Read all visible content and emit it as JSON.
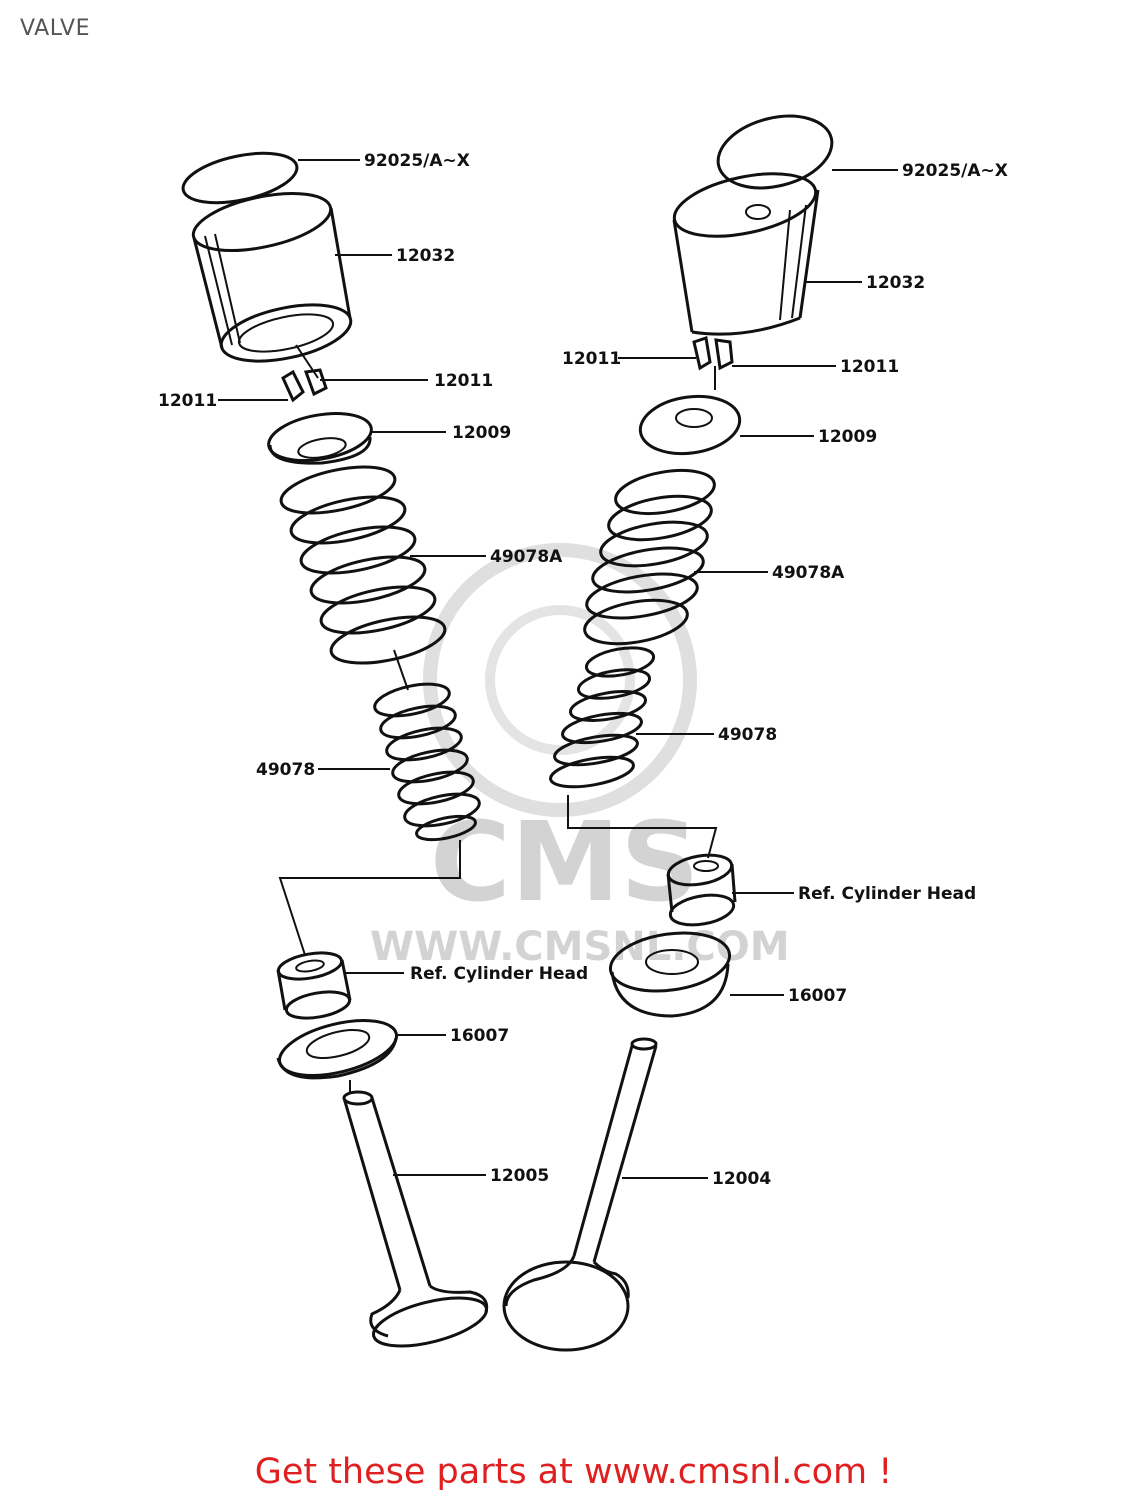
{
  "page": {
    "title": "VALVE"
  },
  "footer": {
    "text": "Get these parts at www.cmsnl.com !",
    "color": "#e02020"
  },
  "watermark": {
    "brand": "CMS",
    "url": "WWW.CMSNL.COM",
    "color": "#cfcfcf"
  },
  "labels": {
    "left_shim": "92025/A~X",
    "left_tappet": "12032",
    "left_cotter_right": "12011",
    "left_cotter_left": "12011",
    "left_retainer": "12009",
    "left_outer_spring": "49078A",
    "left_inner_spring": "49078",
    "left_ref_head": "Ref. Cylinder Head",
    "left_seal": "16007",
    "left_valve": "12005",
    "right_shim": "92025/A~X",
    "right_tappet": "12032",
    "right_cotter_left": "12011",
    "right_cotter_right": "12011",
    "right_retainer": "12009",
    "right_outer_spring": "49078A",
    "right_inner_spring": "49078",
    "right_ref_head": "Ref. Cylinder Head",
    "right_seal": "16007",
    "right_valve": "12004"
  }
}
